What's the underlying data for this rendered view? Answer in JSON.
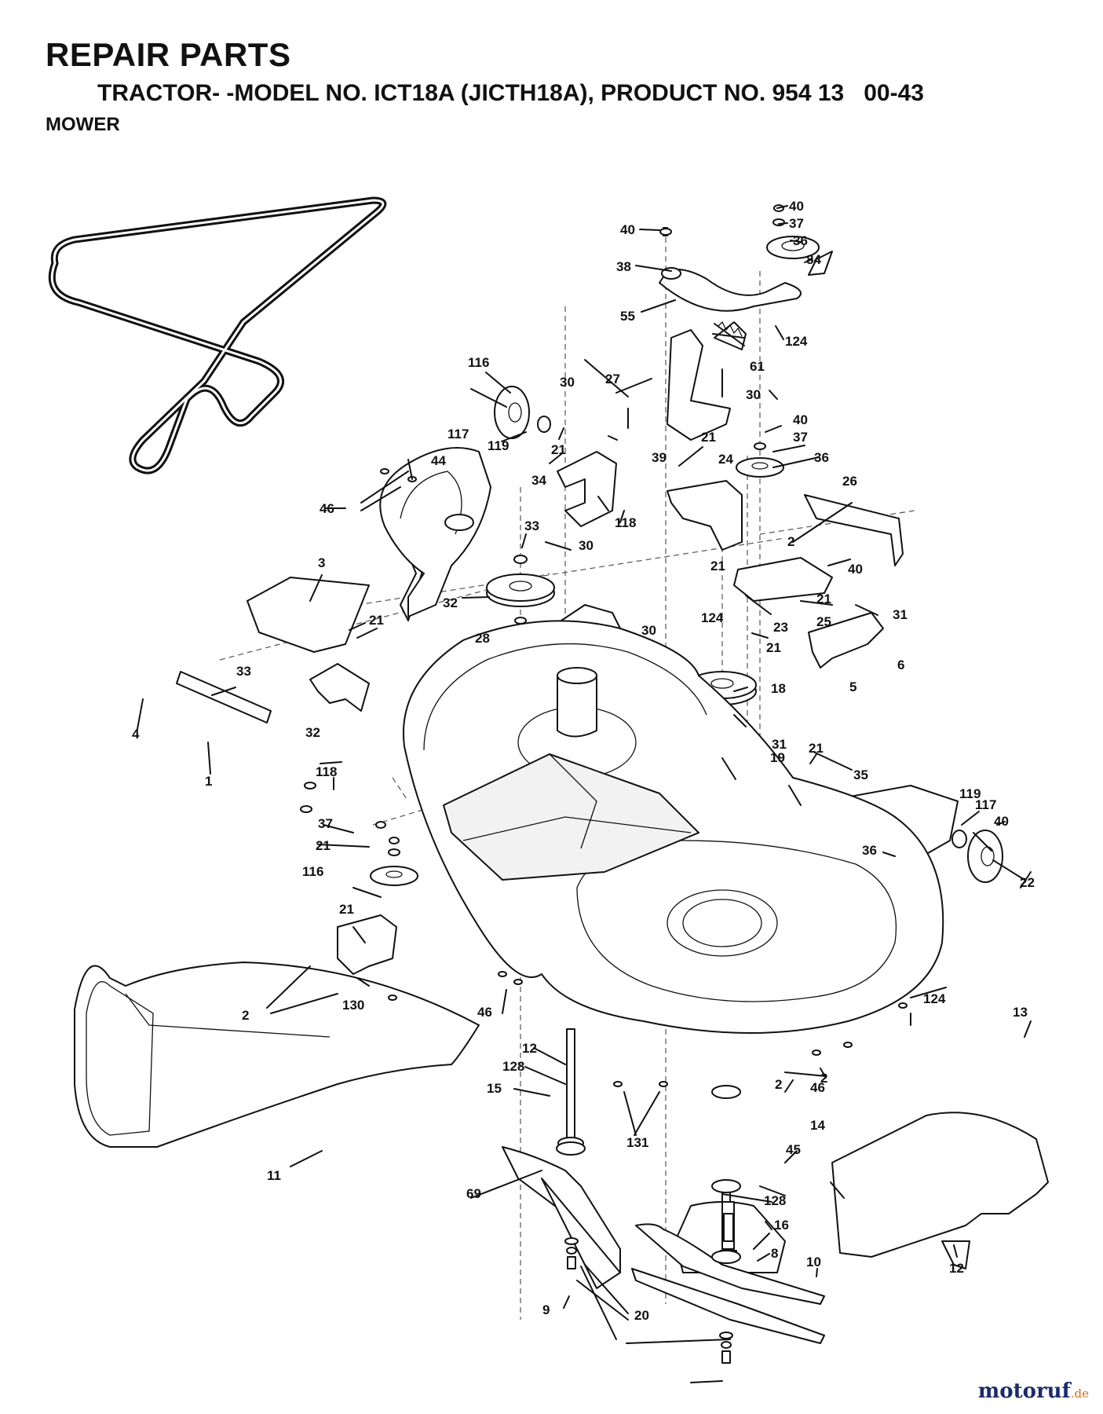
{
  "header": {
    "title": "REPAIR PARTS",
    "model_line": "TRACTOR- -MODEL NO. ICT18A (JICTH18A), PRODUCT NO. 954 13   00-43",
    "section": "MOWER"
  },
  "callouts": [
    "40",
    "37",
    "36",
    "84",
    "40",
    "38",
    "55",
    "124",
    "61",
    "30",
    "27",
    "116",
    "117",
    "119",
    "30",
    "40",
    "37",
    "36",
    "21",
    "39",
    "21",
    "34",
    "118",
    "44",
    "46",
    "24",
    "26",
    "33",
    "30",
    "2",
    "40",
    "21",
    "3",
    "32",
    "21",
    "23",
    "21",
    "25",
    "31",
    "28",
    "30",
    "124",
    "21",
    "6",
    "33",
    "18",
    "5",
    "4",
    "32",
    "31",
    "19",
    "1",
    "118",
    "21",
    "35",
    "119",
    "117",
    "40",
    "37",
    "21",
    "36",
    "116",
    "22",
    "21",
    "2",
    "124",
    "130",
    "46",
    "13",
    "12",
    "128",
    "15",
    "2",
    "46",
    "2",
    "131",
    "14",
    "11",
    "45",
    "69",
    "12",
    "128",
    "16",
    "8",
    "10",
    "9",
    "20"
  ],
  "watermark": {
    "brand": "motoruf",
    "tld": ".de"
  }
}
